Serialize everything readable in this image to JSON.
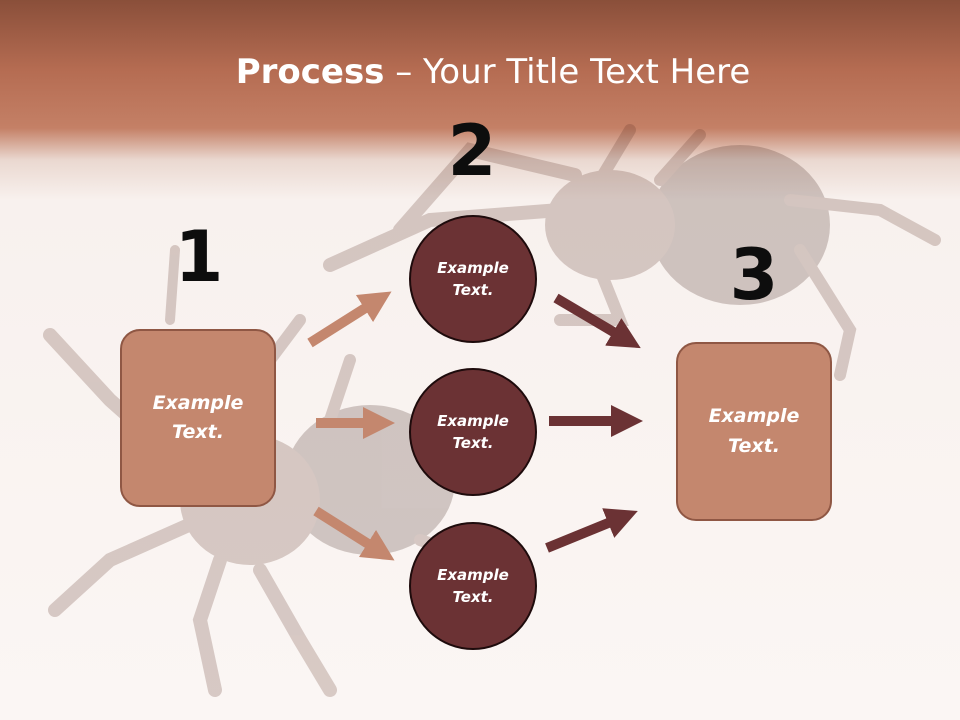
{
  "title": {
    "strong": "Process",
    "rest": " – Your Title Text Here"
  },
  "steps": {
    "one": "1",
    "two": "2",
    "three": "3"
  },
  "box_left": {
    "line1": "Example",
    "line2": "Text."
  },
  "box_right": {
    "line1": "Example",
    "line2": "Text."
  },
  "circles": [
    {
      "line1": "Example",
      "line2": "Text."
    },
    {
      "line1": "Example",
      "line2": "Text."
    },
    {
      "line1": "Example",
      "line2": "Text."
    }
  ],
  "colors": {
    "header": "#b56c52",
    "box_fill": "#c4876e",
    "circle_fill": "#6b3234",
    "arrow_light": "#c4876e",
    "arrow_dark": "#6b3234"
  }
}
